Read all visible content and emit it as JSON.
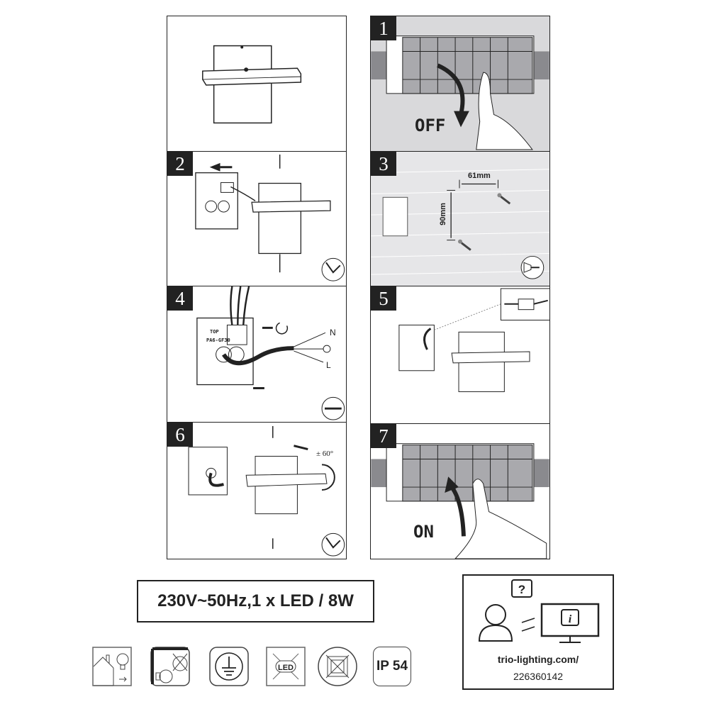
{
  "steps": [
    {
      "number": "1",
      "label": "OFF"
    },
    {
      "number": "2"
    },
    {
      "number": "3",
      "horizontal_distance": "61mm",
      "vertical_distance": "90mm"
    },
    {
      "number": "4",
      "wire_labels": [
        "N",
        "L"
      ],
      "box_text": [
        "TOP",
        "PA6-GF30"
      ]
    },
    {
      "number": "5"
    },
    {
      "number": "6",
      "rotation": "± 60°"
    },
    {
      "number": "7",
      "label": "ON"
    }
  ],
  "spec": "230V~50Hz,1 x LED / 8W",
  "info": {
    "url": "trio-lighting.com/",
    "article_number": "226360142"
  },
  "icons": [
    "indoor-use-icon",
    "no-replaceable-bulb-icon",
    "protection-class-1-earth-icon",
    "led-not-replaceable-icon",
    "no-insulation-cover-icon",
    "ip-rating-icon"
  ],
  "ip_rating": "IP 54",
  "colors": {
    "ink": "#222222",
    "panel_gray": "#d9d9db",
    "breaker_gray": "#a9a9ad"
  }
}
